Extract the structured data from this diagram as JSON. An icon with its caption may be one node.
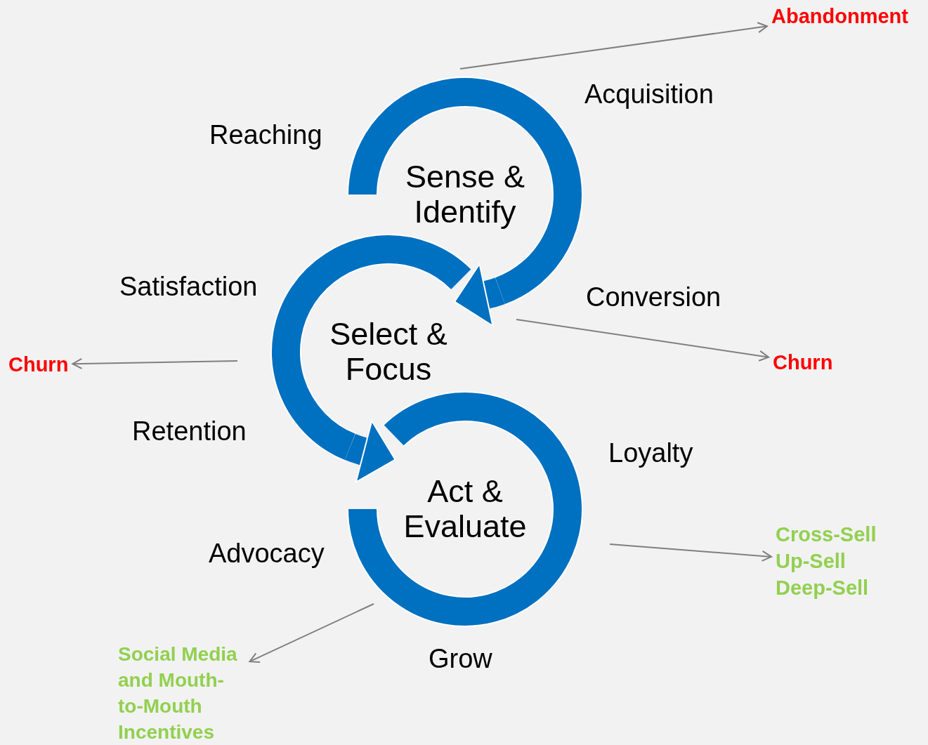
{
  "diagram": {
    "nodes": [
      {
        "text": [
          "Abandonment"
        ]
      },
      {
        "text": [
          "Sense & Identify"
        ]
      },
      {
        "text": [
          "Select & Focus"
        ]
      },
      {
        "text": [
          "Churn"
        ]
      },
      {
        "text": [
          "Churn"
        ]
      },
      {
        "text": [
          "Act & Evaluate"
        ]
      },
      {
        "text": [
          "Cross-Sell",
          "Up-Sell",
          "Deep-Sell"
        ]
      },
      {
        "text": [
          "Social Media and Mouth-to-Mouth Incentives"
        ]
      }
    ],
    "edges": [
      {
        "from": 1,
        "to": 2,
        "arrow": "to",
        "style": "thick",
        "color": "#0070c0"
      },
      {
        "from": 2,
        "to": 5,
        "arrow": "to",
        "style": "thick",
        "color": "#0070c0"
      },
      {
        "from": 1,
        "to": 0,
        "arrow": "to"
      },
      {
        "from": null,
        "to": 4,
        "arrow": "to"
      },
      {
        "from": null,
        "to": 3,
        "arrow": "to"
      },
      {
        "from": null,
        "to": 6,
        "arrow": "to"
      },
      {
        "from": 5,
        "to": 7,
        "arrow": "to"
      }
    ],
    "labels": [
      "Acquisition",
      "Reaching",
      "Satisfaction",
      "Conversion",
      "Retention",
      "Loyalty",
      "Advocacy",
      "Grow"
    ]
  }
}
